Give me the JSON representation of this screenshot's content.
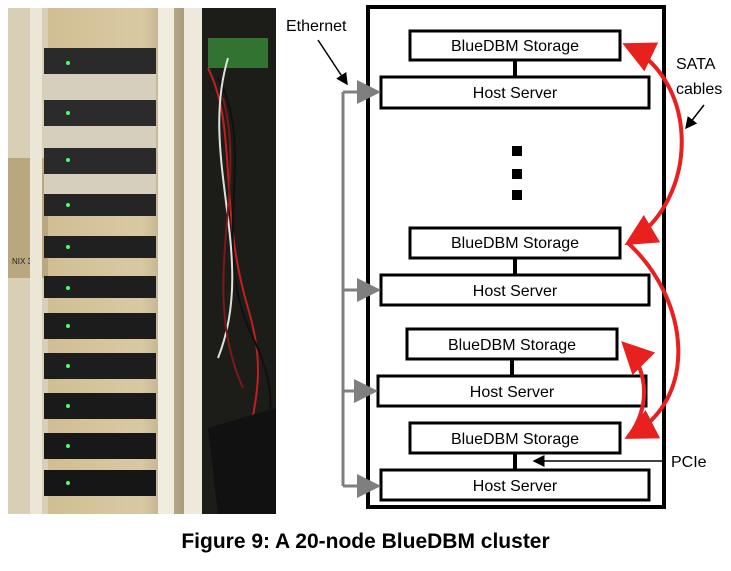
{
  "figure": {
    "caption": "Figure 9: A 20-node BlueDBM cluster",
    "photo": {
      "description_icon": "server-rack-photo",
      "rack_label": "NIX 3"
    },
    "diagram": {
      "ethernet_label": "Ethernet",
      "sata_label_line1": "SATA",
      "sata_label_line2": "cables",
      "pcie_label": "PCIe",
      "ellipsis": "...",
      "nodes": [
        {
          "storage": "BlueDBM Storage",
          "host": "Host Server"
        },
        {
          "storage": "BlueDBM Storage",
          "host": "Host Server"
        },
        {
          "storage": "BlueDBM Storage",
          "host": "Host Server"
        },
        {
          "storage": "BlueDBM Storage",
          "host": "Host Server"
        }
      ],
      "colors": {
        "ethernet": "#7f7f7f",
        "sata": "#e8201e",
        "box": "#000000"
      }
    }
  }
}
